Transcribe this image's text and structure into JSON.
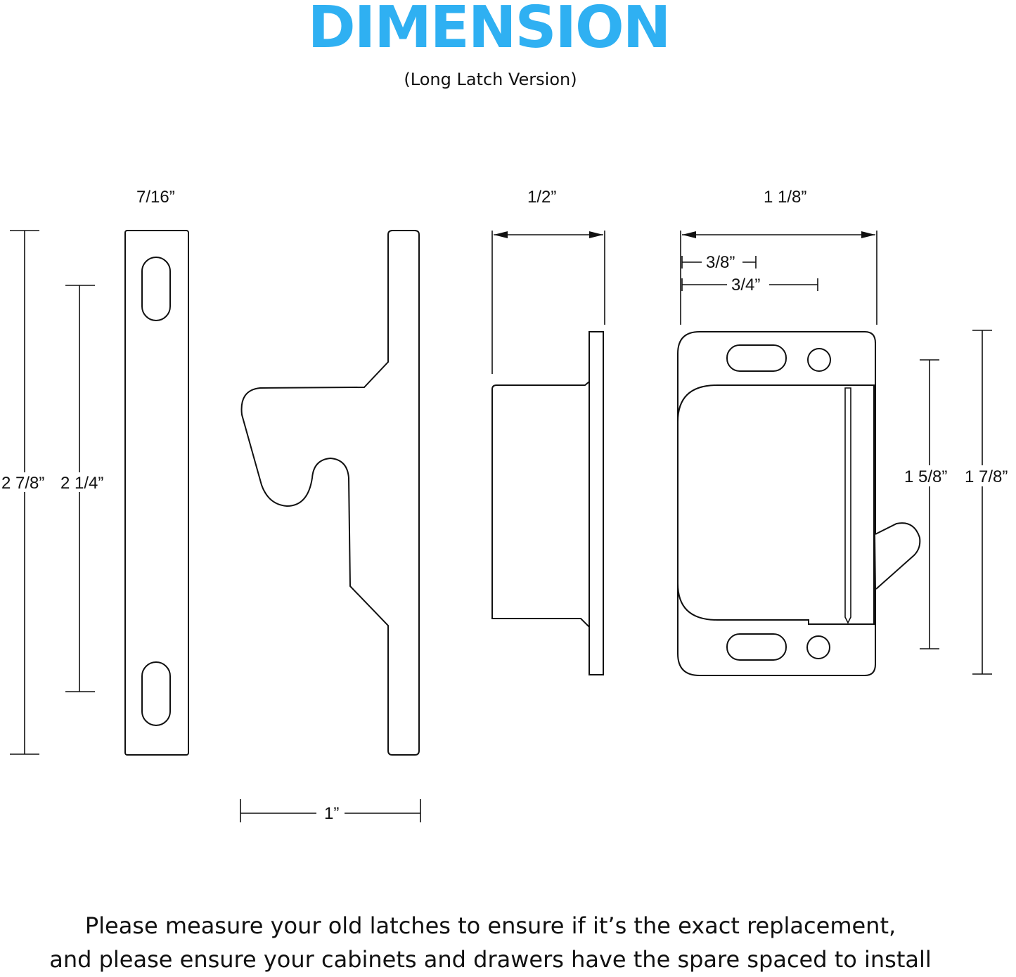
{
  "title": "DIMENSION",
  "subtitle": "(Long Latch Version)",
  "colors": {
    "title": "#2fb0f2",
    "line": "#111111"
  },
  "dimensions": {
    "strike_width": "7/16”",
    "overall_height": "2 7/8”",
    "hole_spacing": "2 1/4”",
    "hook_depth": "1”",
    "side_depth": "1/2”",
    "body_width": "1 1/8”",
    "first_hole_offset": "3/8”",
    "second_hole_offset": "3/4”",
    "body_inner_height": "1 5/8”",
    "body_height": "1 7/8”"
  },
  "footer": {
    "line1": "Please measure your old latches to ensure if it’s the exact replacement,",
    "line2": "and please ensure your cabinets and drawers have the spare spaced to install"
  }
}
